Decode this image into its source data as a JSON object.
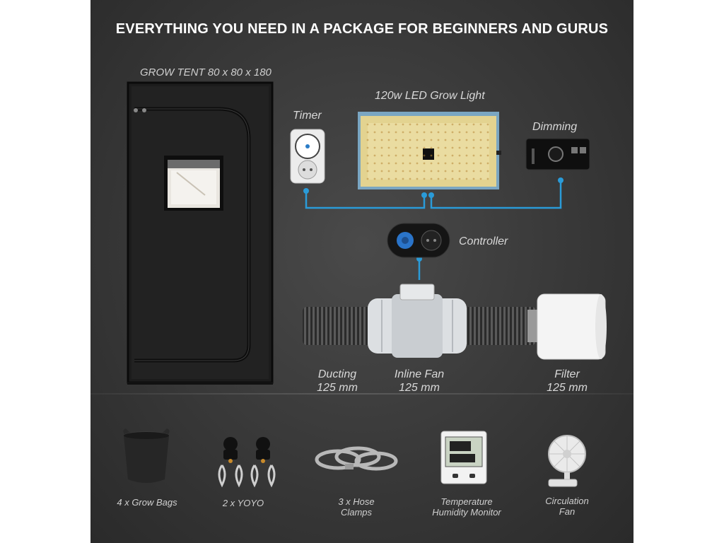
{
  "headline": "EVERYTHING YOU NEED IN A PACKAGE FOR BEGINNERS AND GURUS",
  "components": {
    "tent": "GROW TENT 80 x 80 x 180",
    "light": "120w LED Grow Light",
    "timer": "Timer",
    "dimming": "Dimming",
    "controller": "Controller",
    "ducting_name": "Ducting",
    "ducting_size": "125 mm",
    "fan_name": "Inline Fan",
    "fan_size": "125 mm",
    "filter_name": "Filter",
    "filter_size": "125 mm"
  },
  "accessories": {
    "bags": "4 x Grow Bags",
    "yoyo": "2 x YOYO",
    "clamps_line1": "3 x Hose",
    "clamps_line2": "Clamps",
    "monitor_line1": "Temperature",
    "monitor_line2": "Humidity Monitor",
    "circ_line1": "Circulation",
    "circ_line2": "Fan"
  },
  "colors": {
    "connector": "#2a9bd8",
    "led_panel": "#e8d89a",
    "panel_bg": "#3a3a3a"
  }
}
